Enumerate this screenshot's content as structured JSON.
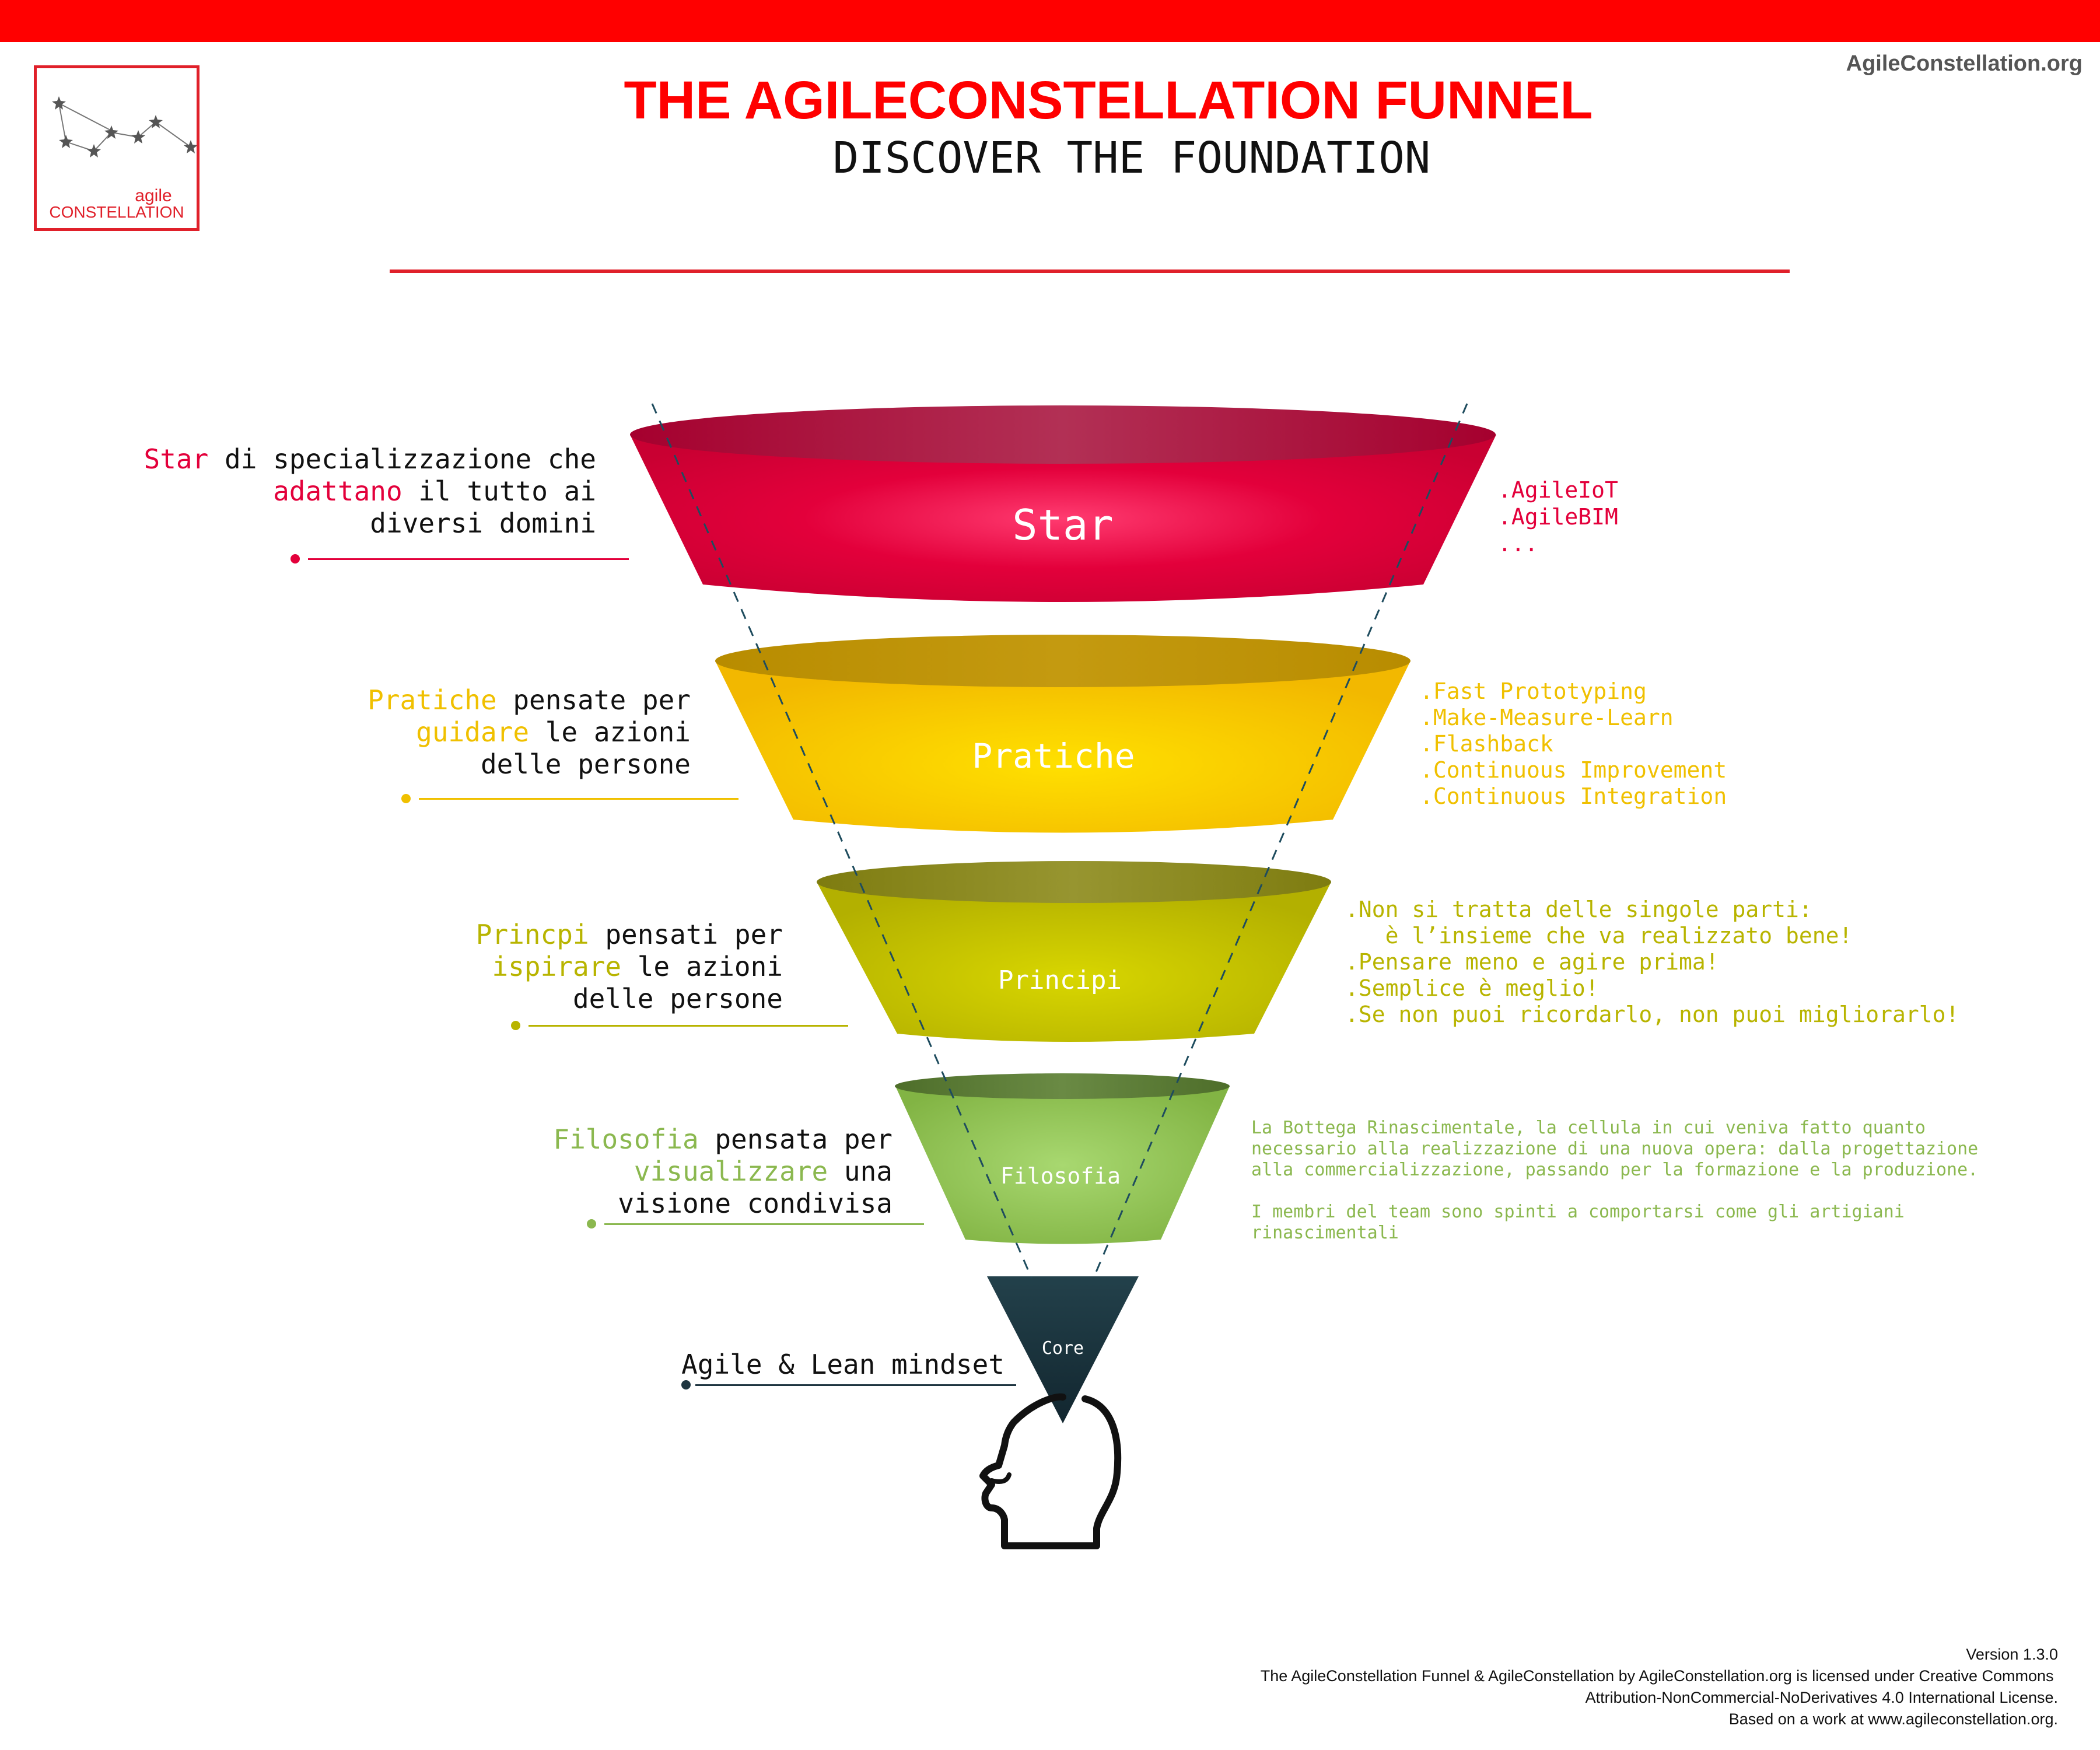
{
  "header": {
    "title": "THE AGILECONSTELLATION FUNNEL",
    "subtitle": "DISCOVER THE FOUNDATION",
    "site": "AgileConstellation.org"
  },
  "logo": {
    "line1": "agile",
    "line2": "CONSTELLATION"
  },
  "colors": {
    "brand_red": "#e0202a",
    "star": "#e3003b",
    "pratiche": "#f0c000",
    "principi": "#b8b400",
    "filosofia": "#8bb84f",
    "core": "#1e3540"
  },
  "layers": {
    "star": {
      "label": "Star",
      "left": {
        "w1": "Star",
        "t1": " di specializzazione che",
        "w2": "adattano",
        "t2": " il tutto ai",
        "t3": "diversi domini"
      },
      "right": ".AgileIoT\n.AgileBIM\n..."
    },
    "pratiche": {
      "label": "Pratiche",
      "left": {
        "w1": "Pratiche",
        "t1": " pensate per",
        "w2": "guidare",
        "t2": " le azioni",
        "t3": "delle persone"
      },
      "right": ".Fast Prototyping\n.Make-Measure-Learn\n.Flashback\n.Continuous Improvement\n.Continuous Integration"
    },
    "principi": {
      "label": "Principi",
      "left": {
        "w1": "Princpi",
        "t1": " pensati per",
        "w2": "ispirare",
        "t2": " le azioni",
        "t3": "delle persone"
      },
      "right": ".Non si tratta delle singole parti:\n   è l’insieme che va realizzato bene!\n.Pensare meno e agire prima!\n.Semplice è meglio!\n.Se non puoi ricordarlo, non puoi migliorarlo!"
    },
    "filosofia": {
      "label": "Filosofia",
      "left": {
        "w1": "Filosofia",
        "t1": " pensata per",
        "w2": "visualizzare",
        "t2": " una",
        "t3": "visione condivisa"
      },
      "right_p1": "La Bottega Rinascimentale, la cellula in cui veniva fatto quanto necessario alla realizzazione di una nuova opera: dalla progettazione alla commercializzazione, passando per la formazione e la produzione.",
      "right_p2": "I membri del team sono spinti a comportarsi come gli artigiani rinascimentali"
    },
    "core": {
      "label": "Core",
      "left": "Agile & Lean mindset"
    }
  },
  "footer": {
    "version": "Version 1.3.0",
    "license": "The AgileConstellation Funnel & AgileConstellation by AgileConstellation.org is licensed under Creative Commons \nAttribution-NonCommercial-NoDerivatives 4.0 International License.\nBased on a work at www.agileconstellation.org."
  }
}
